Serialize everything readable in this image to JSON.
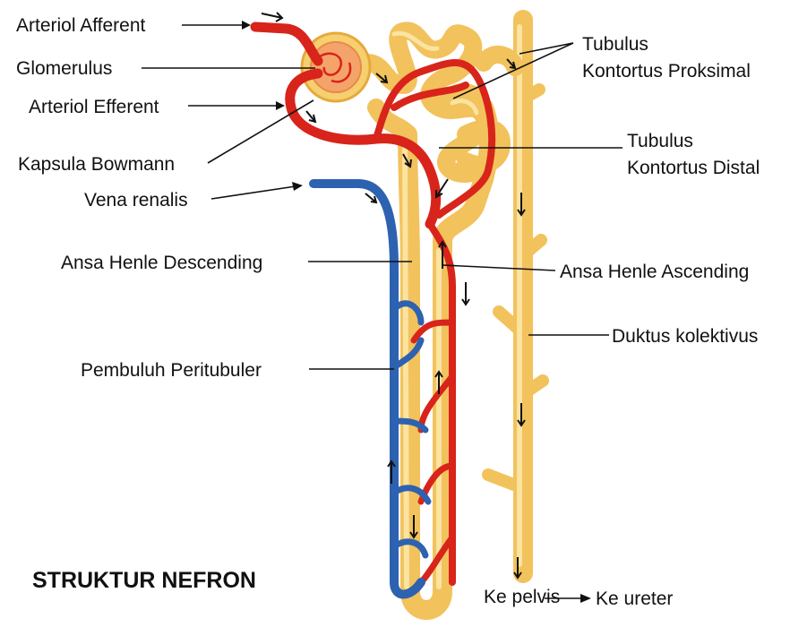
{
  "title": "STRUKTUR NEFRON",
  "labels": {
    "arteriol_afferent": "Arteriol Afferent",
    "glomerulus": "Glomerulus",
    "arteriol_efferent": "Arteriol Efferent",
    "kapsula_bowmann": "Kapsula Bowmann",
    "vena_renalis": "Vena renalis",
    "ansa_henle_descending": "Ansa Henle Descending",
    "pembuluh_peritubuler": "Pembuluh Peritubuler",
    "tubulus_proksimal_line1": "Tubulus",
    "tubulus_proksimal_line2": "Kontortus Proksimal",
    "tubulus_distal_line1": "Tubulus",
    "tubulus_distal_line2": "Kontortus Distal",
    "ansa_henle_ascending": "Ansa Henle Ascending",
    "duktus_kolektivus": "Duktus kolektivus",
    "ke_pelvis": "Ke pelvis",
    "ke_ureter": "Ke ureter"
  },
  "colors": {
    "tubule": "#f2c25c",
    "tubule_highlight": "#fbe3a0",
    "artery": "#d8241a",
    "vein": "#2d62b0",
    "text": "#111111"
  }
}
